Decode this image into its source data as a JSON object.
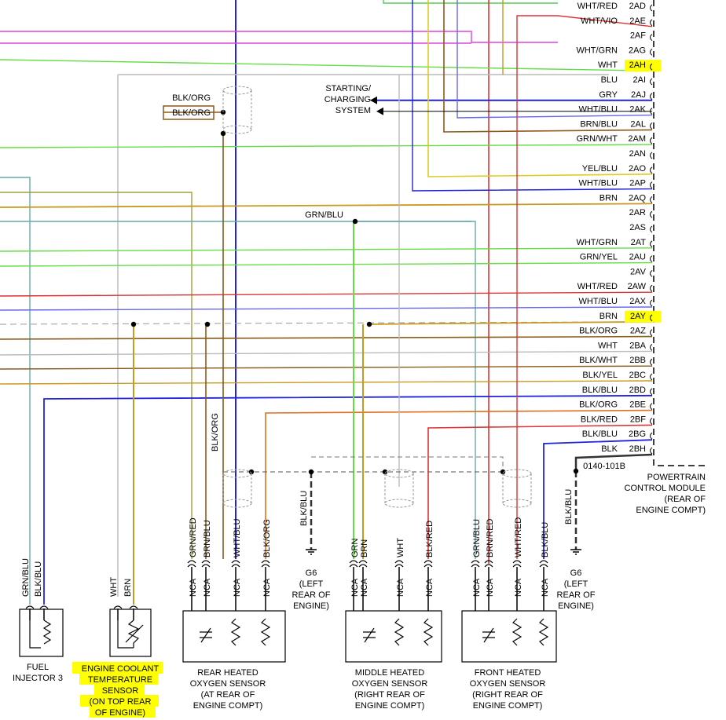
{
  "pcm_pins": [
    {
      "wire": "WHT/RED",
      "pin": "2AD"
    },
    {
      "wire": "WHT/VIO",
      "pin": "2AE"
    },
    {
      "wire": "",
      "pin": "2AF"
    },
    {
      "wire": "WHT/GRN",
      "pin": "2AG"
    },
    {
      "wire": "WHT",
      "pin": "2AH",
      "highlight": true
    },
    {
      "wire": "BLU",
      "pin": "2AI"
    },
    {
      "wire": "GRY",
      "pin": "2AJ"
    },
    {
      "wire": "WHT/BLU",
      "pin": "2AK"
    },
    {
      "wire": "BRN/BLU",
      "pin": "2AL"
    },
    {
      "wire": "GRN/WHT",
      "pin": "2AM"
    },
    {
      "wire": "",
      "pin": "2AN"
    },
    {
      "wire": "YEL/BLU",
      "pin": "2AO"
    },
    {
      "wire": "WHT/BLU",
      "pin": "2AP"
    },
    {
      "wire": "BRN",
      "pin": "2AQ"
    },
    {
      "wire": "",
      "pin": "2AR"
    },
    {
      "wire": "",
      "pin": "2AS"
    },
    {
      "wire": "WHT/GRN",
      "pin": "2AT"
    },
    {
      "wire": "GRN/YEL",
      "pin": "2AU"
    },
    {
      "wire": "",
      "pin": "2AV"
    },
    {
      "wire": "WHT/RED",
      "pin": "2AW"
    },
    {
      "wire": "WHT/BLU",
      "pin": "2AX"
    },
    {
      "wire": "BRN",
      "pin": "2AY",
      "highlight": true
    },
    {
      "wire": "BLK/ORG",
      "pin": "2AZ"
    },
    {
      "wire": "WHT",
      "pin": "2BA"
    },
    {
      "wire": "BLK/WHT",
      "pin": "2BB"
    },
    {
      "wire": "BLK/YEL",
      "pin": "2BC"
    },
    {
      "wire": "BLK/BLU",
      "pin": "2BD"
    },
    {
      "wire": "BLK/ORG",
      "pin": "2BE"
    },
    {
      "wire": "BLK/RED",
      "pin": "2BF"
    },
    {
      "wire": "BLK/BLU",
      "pin": "2BG"
    },
    {
      "wire": "BLK",
      "pin": "2BH"
    }
  ],
  "connector_id": "0140-101B",
  "pcm_label": [
    "POWERTRAIN",
    "CONTROL MODULE",
    "(REAR OF",
    "ENGINE COMPT)"
  ],
  "starting_label": [
    "STARTING/",
    "CHARGING",
    "SYSTEM"
  ],
  "shield_labels": {
    "top": "BLK/ORG",
    "boxed": "BLK/ORG"
  },
  "grn_blu_label": "GRN/BLU",
  "vertical_blk_org": "BLK/ORG",
  "colors": {
    "highlight": "#ffff00",
    "blue": "#2222dd",
    "magenta": "#dd44dd",
    "green": "#66dd44",
    "gray": "#bbbbbb",
    "brown": "#8a5a1a",
    "orange": "#e07020",
    "red": "#dd3333",
    "purple": "#6666ee",
    "tan": "#c89a20",
    "teal": "#66aaaa"
  },
  "fuel_injector": {
    "wires": [
      "GRN/BLU",
      "BLK/BLU"
    ],
    "label": [
      "FUEL",
      "INJECTOR 3"
    ]
  },
  "ect": {
    "wires": [
      "WHT",
      "BRN"
    ],
    "label": [
      "ENGINE COOLANT",
      "TEMPERATURE",
      "SENSOR",
      "(ON TOP REAR",
      "OF ENGINE)"
    ]
  },
  "rear_o2": {
    "wires": [
      "GRN/RED",
      "BRN/BLU",
      "WHT/BLU",
      "BLK/ORG"
    ],
    "nca": "NCA",
    "label": [
      "REAR HEATED",
      "OXYGEN SENSOR",
      "(AT REAR OF",
      "ENGINE COMPT)"
    ]
  },
  "middle_o2": {
    "wires": [
      "GRN",
      "BRN",
      "WHT",
      "BLK/RED"
    ],
    "nca": "NCA",
    "label": [
      "MIDDLE HEATED",
      "OXYGEN SENSOR",
      "(RIGHT REAR OF",
      "ENGINE COMPT)"
    ]
  },
  "front_o2": {
    "wires": [
      "GRN/BLU",
      "BRN/RED",
      "WHT/RED",
      "BLK/BLU"
    ],
    "nca": "NCA",
    "label": [
      "FRONT HEATED",
      "OXYGEN SENSOR",
      "(RIGHT REAR OF",
      "ENGINE COMPT)"
    ]
  },
  "ground1": {
    "wire": "BLK/BLU",
    "label": [
      "G6",
      "(LEFT",
      "REAR OF",
      "ENGINE)"
    ]
  },
  "ground2": {
    "wire": "BLK/BLU",
    "label": [
      "G6",
      "(LEFT",
      "REAR OF",
      "ENGINE)"
    ]
  }
}
